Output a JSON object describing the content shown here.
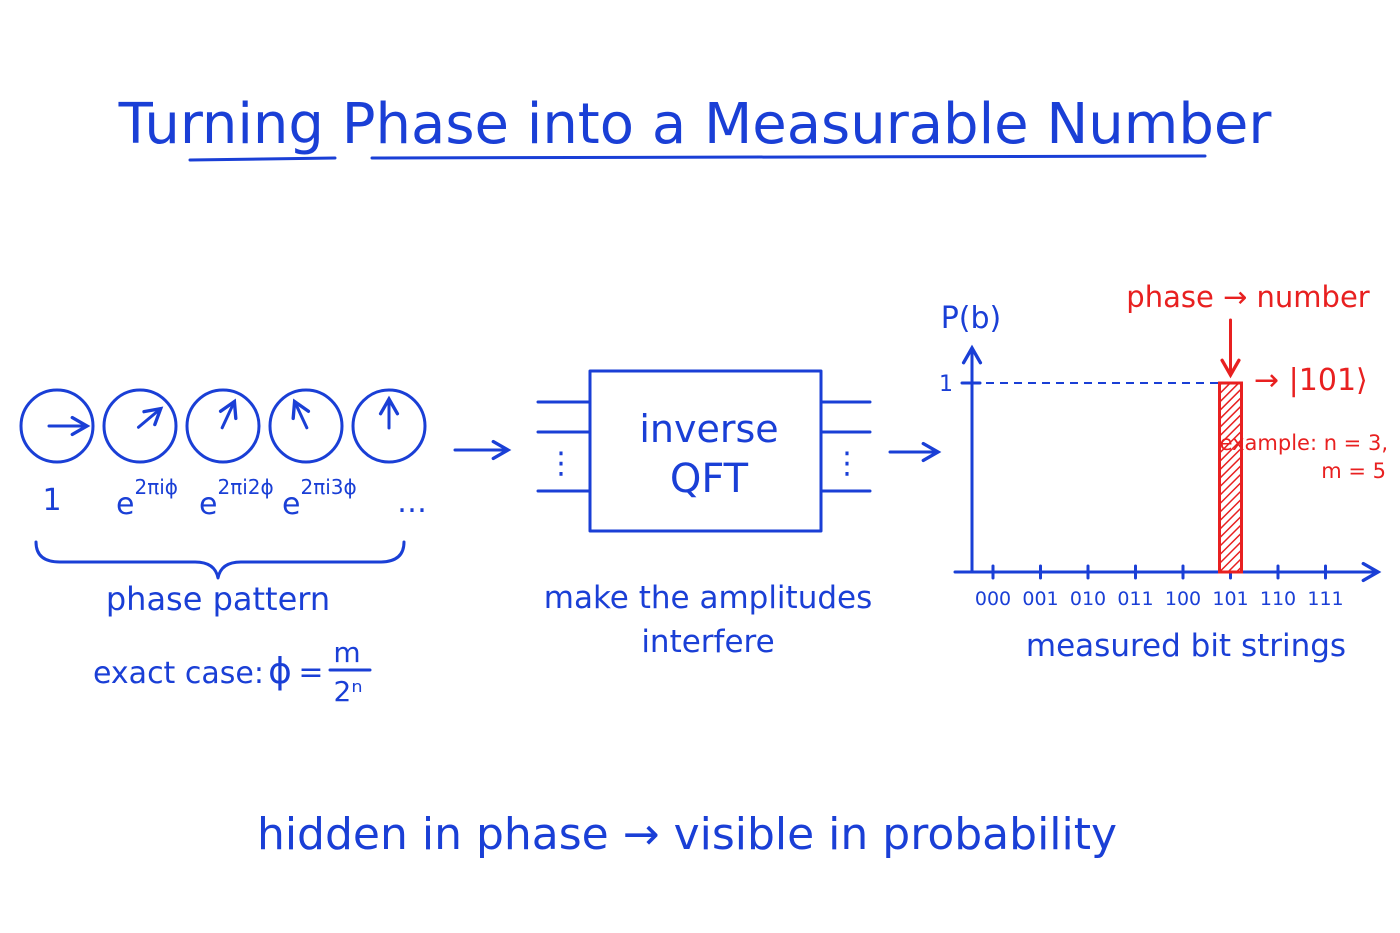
{
  "title": "Turning Phase into a Measurable Number",
  "phasors": {
    "items": [
      {
        "label": "1",
        "angle_deg": 0
      },
      {
        "label_base": "e",
        "label_exp": "2πiϕ",
        "angle_deg": 40
      },
      {
        "label_base": "e",
        "label_exp": "2πi2ϕ",
        "angle_deg": 65
      },
      {
        "label_base": "e",
        "label_exp": "2πi3ϕ",
        "angle_deg": 115
      },
      {
        "label": "",
        "angle_deg": 90
      }
    ],
    "ellipsis": "…",
    "caption": "phase pattern",
    "exact_case_label": "exact case:",
    "phi_symbol": "ϕ",
    "equals": "=",
    "fraction_num": "m",
    "fraction_den": "2ⁿ"
  },
  "qft_box": {
    "line1": "inverse",
    "line2": "QFT",
    "caption_line1": "make the amplitudes",
    "caption_line2": "interfere",
    "dots": "⋮"
  },
  "chart_data": {
    "type": "bar",
    "ylabel": "P(b)",
    "xlabel": "measured bit strings",
    "categories": [
      "000",
      "001",
      "010",
      "011",
      "100",
      "101",
      "110",
      "111"
    ],
    "values": [
      0,
      0,
      0,
      0,
      0,
      1,
      0,
      0
    ],
    "y_tick": "1",
    "ylim": [
      0,
      1.2
    ],
    "highlight_color": "#e82020",
    "annotation_top": "phase → number",
    "annotation_ket": "→ |101⟩",
    "example_line1": "example: n = 3,",
    "example_line2": "m = 5"
  },
  "footer": "hidden in phase → visible in probability",
  "colors": {
    "ink": "#1a3fd6",
    "accent": "#e82020"
  }
}
